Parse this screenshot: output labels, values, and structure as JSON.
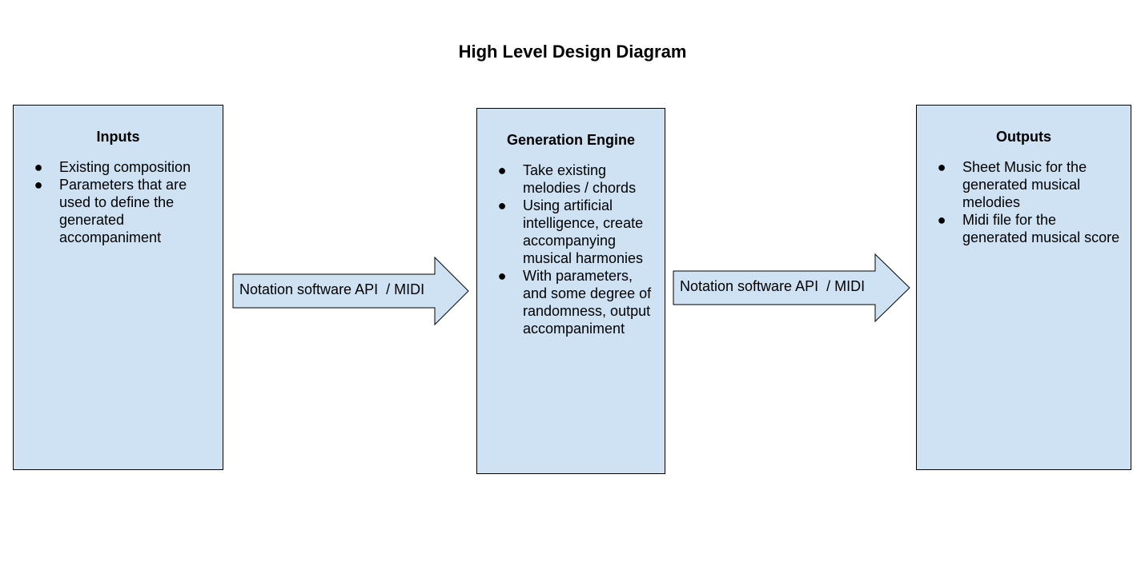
{
  "title": "High Level Design Diagram",
  "colors": {
    "box_fill": "#cfe2f3",
    "stroke": "#000000",
    "background": "#ffffff"
  },
  "boxes": [
    {
      "title": "Inputs",
      "bullets": [
        "Existing composition",
        "Parameters that are used to define the generated accompaniment"
      ]
    },
    {
      "title": "Generation Engine",
      "bullets": [
        "Take existing melodies / chords",
        "Using artificial intelligence, create accompanying musical harmonies",
        "With parameters, and some degree of randomness, output accompaniment"
      ]
    },
    {
      "title": "Outputs",
      "bullets": [
        "Sheet Music for the generated musical melodies",
        "Midi file for the generated musical score"
      ]
    }
  ],
  "arrows": [
    {
      "label": "Notation software API  / MIDI"
    },
    {
      "label": "Notation software API  / MIDI"
    }
  ]
}
